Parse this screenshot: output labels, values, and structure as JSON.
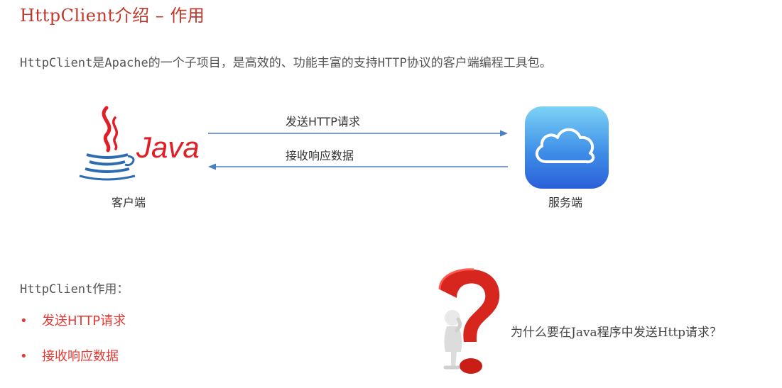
{
  "slide": {
    "title": "HttpClient介绍 – 作用",
    "intro": "HttpClient是Apache的一个子项目，是高效的、功能丰富的支持HTTP协议的客户端编程工具包。"
  },
  "diagram": {
    "client_logo_text": "Java",
    "client_label": "客户端",
    "server_label": "服务端",
    "send_label": "发送HTTP请求",
    "receive_label": "接收响应数据",
    "arrow_color": "#4a7fc1"
  },
  "usage": {
    "heading": "HttpClient作用：",
    "bullet_symbol": "•",
    "items": [
      "发送HTTP请求",
      "接收响应数据"
    ]
  },
  "question": {
    "text": "为什么要在Java程序中发送Http请求？"
  },
  "colors": {
    "title": "#c0392b",
    "bullets": "#e53935",
    "java_red": "#e11e25",
    "java_blue": "#2d6cb3"
  }
}
